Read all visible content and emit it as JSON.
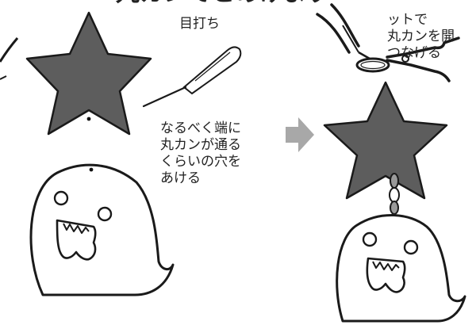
{
  "title_fragment": "丸カンでとめけます",
  "labels": {
    "punch_tool": "目打ち",
    "hole_instruction": "なるべく端に\n丸カンが通る\nくらいの穴を\nあける",
    "ring_instruction": "ットで\n丸カンを開\nつなげる"
  },
  "colors": {
    "star_fill": "#5d5d5d",
    "outline": "#1a1a1a",
    "arrow": "#a8a8a8",
    "text": "#222222"
  },
  "icons": [
    "star-charm",
    "awl-tool",
    "ghost-charm",
    "arrow-right",
    "pliers",
    "jump-ring",
    "chain-link"
  ]
}
